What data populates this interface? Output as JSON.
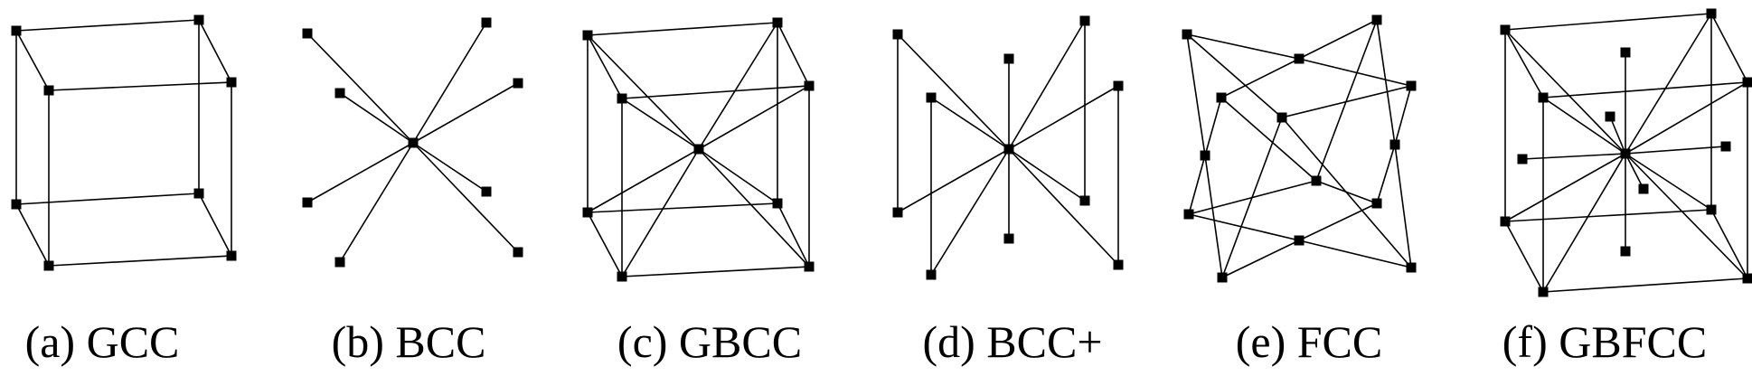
{
  "colors": {
    "line": "#000000",
    "node": "#000000",
    "background": "#ffffff"
  },
  "panels": [
    {
      "id": "gcc",
      "caption": "(a) GCC"
    },
    {
      "id": "bcc",
      "caption": "(b) BCC"
    },
    {
      "id": "gbcc",
      "caption": "(c) GBCC"
    },
    {
      "id": "bccp",
      "caption": "(d) BCC+"
    },
    {
      "id": "fcc",
      "caption": "(e) FCC"
    },
    {
      "id": "gbfcc",
      "caption": "(f) GBFCC"
    }
  ]
}
